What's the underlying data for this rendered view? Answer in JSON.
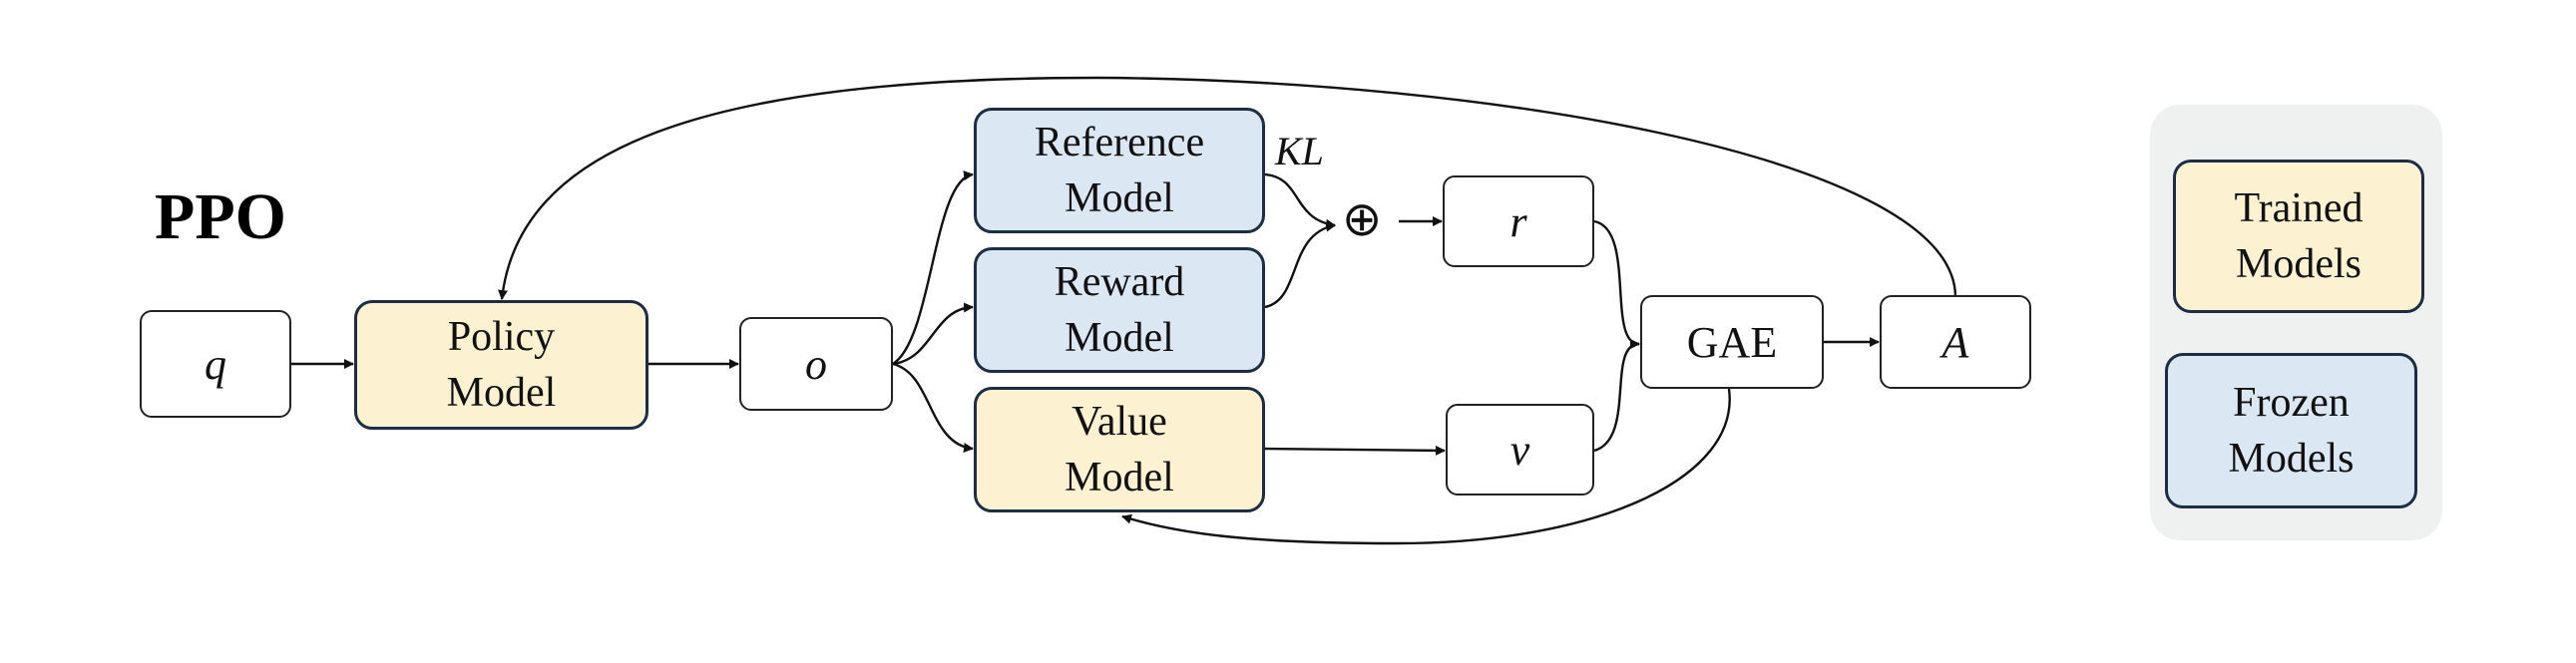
{
  "title": "PPO",
  "colors": {
    "trained": "#fcf1d0",
    "frozen": "#dbe7f3",
    "border": "#1c2d45",
    "legend_bg": "#eff1f0"
  },
  "nodes": {
    "q": "q",
    "policy": "Policy\nModel",
    "o": "o",
    "reference": "Reference\nModel",
    "reward": "Reward\nModel",
    "value": "Value\nModel",
    "r": "r",
    "v": "v",
    "gae": "GAE",
    "a": "A"
  },
  "labels": {
    "kl": "KL",
    "oplus": "⊕"
  },
  "legend": {
    "trained": "Trained\nModels",
    "frozen": "Frozen\nModels"
  }
}
